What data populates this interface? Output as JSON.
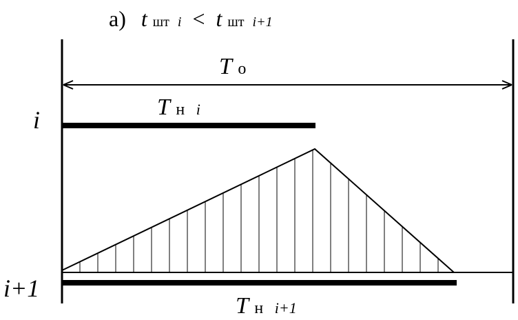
{
  "title": {
    "prefix": "а)",
    "t1": "t",
    "s1": "шт",
    "i1": "i",
    "op": "<",
    "t2": "t",
    "s2": "шт",
    "i2": "i+1"
  },
  "total": {
    "symbol": "T",
    "sub": "о"
  },
  "rows": [
    {
      "label": "i",
      "symbol": "Т",
      "sub": "н",
      "idx": "i"
    },
    {
      "label": "i+1",
      "symbol": "Т",
      "sub": "н",
      "idx": "i+1"
    }
  ],
  "colors": {
    "ink": "#000000",
    "background": "#ffffff"
  }
}
